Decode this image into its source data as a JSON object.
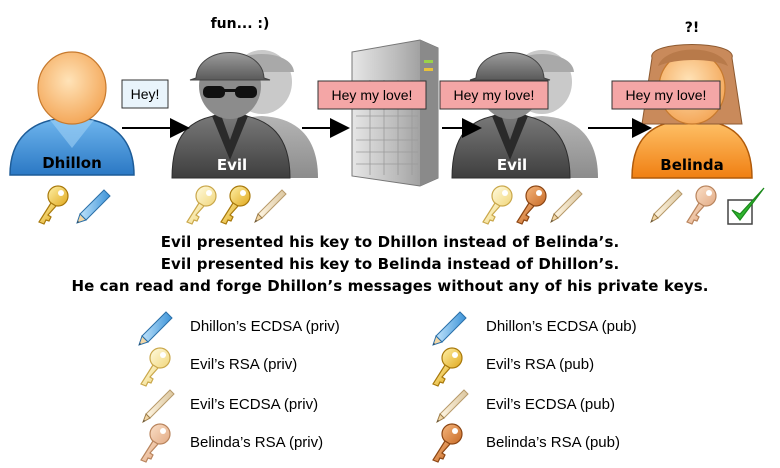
{
  "notes": {
    "evil_thought": "fun... :)",
    "belinda_thought": "?!"
  },
  "people": {
    "dhillon": "Dhillon",
    "evil_left": "Evil",
    "evil_right": "Evil",
    "belinda": "Belinda"
  },
  "messages": {
    "first": "Hey!",
    "second": "Hey my love!",
    "third": "Hey my love!",
    "fourth": "Hey my love!"
  },
  "captions": [
    "Evil presented his key to Dhillon instead of Belinda’s.",
    "Evil presented his key to Belinda instead of Dhillon’s.",
    "He can read and forge Dhillon’s messages without any of his private keys."
  ],
  "legend": {
    "dhillon_priv": "Dhillon’s ECDSA (priv)",
    "evil_rsa_priv": "Evil’s RSA (priv)",
    "evil_ecdsa_priv": "Evil’s ECDSA (priv)",
    "belinda_rsa_priv": "Belinda’s RSA (priv)",
    "dhillon_pub": "Dhillon’s ECDSA (pub)",
    "evil_rsa_pub": "Evil’s RSA (pub)",
    "evil_ecdsa_pub": "Evil’s ECDSA (pub)",
    "belinda_rsa_pub": "Belinda’s RSA (pub)"
  },
  "icons": {
    "checkmark": "checkmark-icon",
    "server": "server-icon",
    "ecdsa_pen_blue": "blue-pen-icon",
    "ecdsa_pen_beige": "beige-pen-icon",
    "rsa_key_gold": "gold-key-icon",
    "rsa_key_copper": "copper-key-icon"
  },
  "colors": {
    "dhillon_shirt": "#3f8fd6",
    "belinda_shirt": "#f59a2a",
    "evil_coat": "#555555",
    "message_box": "#f4a6a6",
    "message_box_first": "#e9f4fb",
    "check": "#2fb52f",
    "gold_key": "#f2c12e",
    "copper_key": "#d9823f"
  }
}
